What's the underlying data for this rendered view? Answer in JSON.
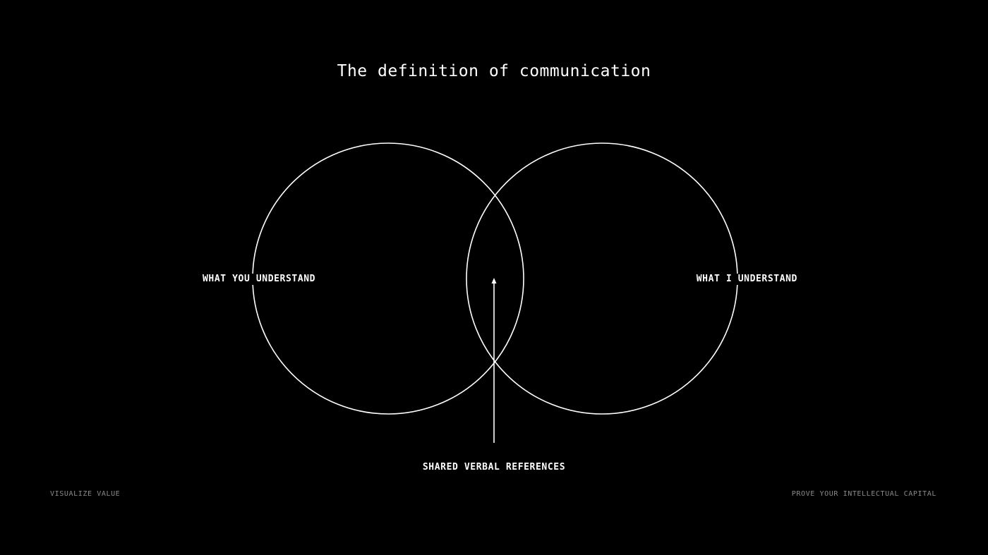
{
  "slide": {
    "title": "The definition of communication",
    "background_color": "#000000",
    "line_color": "#ffffff"
  },
  "diagram": {
    "type": "venn",
    "left_set": {
      "label": "WHAT YOU UNDERSTAND"
    },
    "right_set": {
      "label": "WHAT I UNDERSTAND"
    },
    "overlap": {
      "label": "SHARED VERBAL REFERENCES"
    }
  },
  "footer": {
    "left_text": "VISUALIZE VALUE",
    "right_text": "PROVE YOUR INTELLECTUAL CAPITAL",
    "text_color": "#8a8a8a"
  }
}
